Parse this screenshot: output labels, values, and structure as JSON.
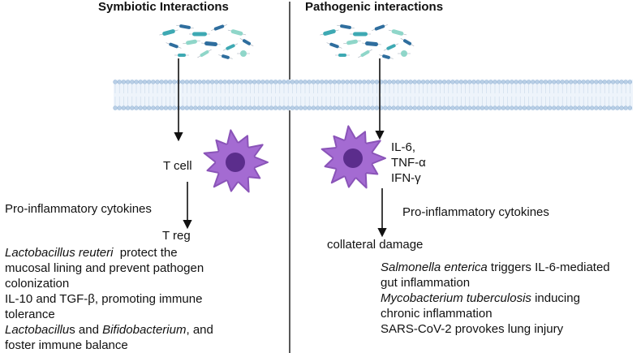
{
  "left": {
    "heading": "Symbiotic Interactions",
    "t_cell": "T cell",
    "cytokines": "Pro-inflammatory cytokines",
    "t_reg": "T reg",
    "desc": {
      "l1_species": "Lactobacillus reuteri",
      "l1_rest": "  protect the",
      "l2": "mucosal lining and prevent pathogen",
      "l3": "colonization",
      "l4": "IL-10 and TGF-β, promoting immune",
      "l5": "tolerance",
      "l6_genus1": "Lactobacillu",
      "l6_s": "s and ",
      "l6_genus2": "Bifidobacterium",
      "l6_rest": ", and",
      "l7": "foster immune balance"
    }
  },
  "right": {
    "heading": "Pathogenic interactions",
    "cyto1": "IL-6,",
    "cyto2": "TNF-α",
    "cyto3": "IFN-γ",
    "cytokines": "Pro-inflammatory cytokines",
    "damage": "collateral damage",
    "desc": {
      "l1_species": "Salmonella enterica",
      "l1_rest": " triggers IL-6-mediated",
      "l2": "gut inflammation",
      "l3_species": "Mycobacterium tuberculosis",
      "l3_rest": " inducing",
      "l4": "chronic inflammation",
      "l5": "SARS-CoV-2 provokes lung injury"
    }
  },
  "colors": {
    "membrane": "#b9cfe6",
    "cell_body": "#a46bd2",
    "cell_nucleus": "#5b2d8c",
    "bacteria_teal": "#3ea9b3",
    "bacteria_blue": "#2f6e9e",
    "bacteria_mint": "#8fd6c9"
  }
}
